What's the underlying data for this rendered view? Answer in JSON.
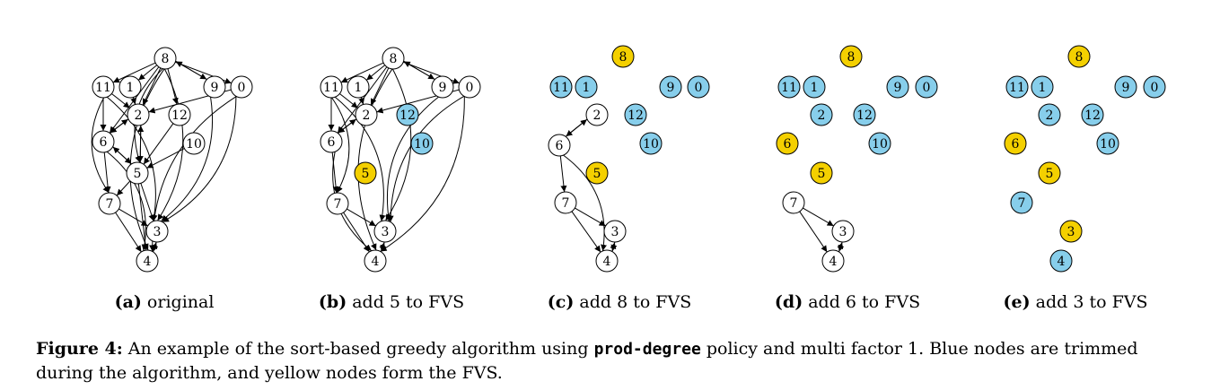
{
  "colors": {
    "trimmed": "#87ceeb",
    "fvs": "#f4d000",
    "default": "#ffffff",
    "stroke": "#000000"
  },
  "panels": [
    {
      "id": "a",
      "tag": "(a)",
      "label": "original",
      "nodes": [
        {
          "id": "8",
          "state": "default"
        },
        {
          "id": "11",
          "state": "default"
        },
        {
          "id": "1",
          "state": "default"
        },
        {
          "id": "9",
          "state": "default"
        },
        {
          "id": "0",
          "state": "default"
        },
        {
          "id": "2",
          "state": "default"
        },
        {
          "id": "12",
          "state": "default"
        },
        {
          "id": "6",
          "state": "default"
        },
        {
          "id": "10",
          "state": "default"
        },
        {
          "id": "5",
          "state": "default"
        },
        {
          "id": "7",
          "state": "default"
        },
        {
          "id": "3",
          "state": "default"
        },
        {
          "id": "4",
          "state": "default"
        }
      ],
      "edges": [
        [
          "8",
          "11"
        ],
        [
          "8",
          "1"
        ],
        [
          "8",
          "9"
        ],
        [
          "8",
          "0"
        ],
        [
          "9",
          "8"
        ],
        [
          "8",
          "2"
        ],
        [
          "8",
          "12"
        ],
        [
          "8",
          "6"
        ],
        [
          "8",
          "5"
        ],
        [
          "8",
          "3"
        ],
        [
          "11",
          "6"
        ],
        [
          "11",
          "2"
        ],
        [
          "11",
          "7"
        ],
        [
          "1",
          "2"
        ],
        [
          "0",
          "2"
        ],
        [
          "0",
          "3"
        ],
        [
          "0",
          "4"
        ],
        [
          "9",
          "3"
        ],
        [
          "12",
          "5"
        ],
        [
          "6",
          "2"
        ],
        [
          "2",
          "6"
        ],
        [
          "2",
          "5"
        ],
        [
          "5",
          "2"
        ],
        [
          "10",
          "5"
        ],
        [
          "6",
          "5"
        ],
        [
          "5",
          "6"
        ],
        [
          "6",
          "7"
        ],
        [
          "6",
          "4"
        ],
        [
          "5",
          "7"
        ],
        [
          "5",
          "3"
        ],
        [
          "5",
          "4"
        ],
        [
          "7",
          "3"
        ],
        [
          "7",
          "4"
        ],
        [
          "3",
          "4"
        ],
        [
          "4",
          "3"
        ],
        [
          "11",
          "3"
        ],
        [
          "8",
          "4"
        ]
      ]
    },
    {
      "id": "b",
      "tag": "(b)",
      "label": "add 5 to FVS",
      "nodes": [
        {
          "id": "8",
          "state": "default"
        },
        {
          "id": "11",
          "state": "default"
        },
        {
          "id": "1",
          "state": "default"
        },
        {
          "id": "9",
          "state": "default"
        },
        {
          "id": "0",
          "state": "default"
        },
        {
          "id": "2",
          "state": "default"
        },
        {
          "id": "12",
          "state": "trimmed"
        },
        {
          "id": "6",
          "state": "default"
        },
        {
          "id": "10",
          "state": "trimmed"
        },
        {
          "id": "5",
          "state": "fvs"
        },
        {
          "id": "7",
          "state": "default"
        },
        {
          "id": "3",
          "state": "default"
        },
        {
          "id": "4",
          "state": "default"
        }
      ],
      "edges": [
        [
          "8",
          "11"
        ],
        [
          "8",
          "1"
        ],
        [
          "8",
          "9"
        ],
        [
          "8",
          "0"
        ],
        [
          "9",
          "8"
        ],
        [
          "8",
          "2"
        ],
        [
          "8",
          "6"
        ],
        [
          "8",
          "3"
        ],
        [
          "8",
          "4"
        ],
        [
          "11",
          "6"
        ],
        [
          "11",
          "2"
        ],
        [
          "11",
          "7"
        ],
        [
          "1",
          "2"
        ],
        [
          "0",
          "2"
        ],
        [
          "0",
          "3"
        ],
        [
          "0",
          "4"
        ],
        [
          "9",
          "3"
        ],
        [
          "6",
          "2"
        ],
        [
          "2",
          "6"
        ],
        [
          "6",
          "7"
        ],
        [
          "6",
          "4"
        ],
        [
          "7",
          "3"
        ],
        [
          "7",
          "4"
        ],
        [
          "3",
          "4"
        ],
        [
          "4",
          "3"
        ],
        [
          "11",
          "3"
        ]
      ]
    },
    {
      "id": "c",
      "tag": "(c)",
      "label": "add 8 to FVS",
      "nodes": [
        {
          "id": "8",
          "state": "fvs"
        },
        {
          "id": "11",
          "state": "trimmed"
        },
        {
          "id": "1",
          "state": "trimmed"
        },
        {
          "id": "9",
          "state": "trimmed"
        },
        {
          "id": "0",
          "state": "trimmed"
        },
        {
          "id": "2",
          "state": "default"
        },
        {
          "id": "12",
          "state": "trimmed"
        },
        {
          "id": "6",
          "state": "default"
        },
        {
          "id": "10",
          "state": "trimmed"
        },
        {
          "id": "5",
          "state": "fvs"
        },
        {
          "id": "7",
          "state": "default"
        },
        {
          "id": "3",
          "state": "default"
        },
        {
          "id": "4",
          "state": "default"
        }
      ],
      "edges": [
        [
          "6",
          "2"
        ],
        [
          "2",
          "6"
        ],
        [
          "6",
          "7"
        ],
        [
          "6",
          "4"
        ],
        [
          "7",
          "3"
        ],
        [
          "7",
          "4"
        ],
        [
          "3",
          "4"
        ],
        [
          "4",
          "3"
        ]
      ]
    },
    {
      "id": "d",
      "tag": "(d)",
      "label": "add 6 to FVS",
      "nodes": [
        {
          "id": "8",
          "state": "fvs"
        },
        {
          "id": "11",
          "state": "trimmed"
        },
        {
          "id": "1",
          "state": "trimmed"
        },
        {
          "id": "9",
          "state": "trimmed"
        },
        {
          "id": "0",
          "state": "trimmed"
        },
        {
          "id": "2",
          "state": "trimmed"
        },
        {
          "id": "12",
          "state": "trimmed"
        },
        {
          "id": "6",
          "state": "fvs"
        },
        {
          "id": "10",
          "state": "trimmed"
        },
        {
          "id": "5",
          "state": "fvs"
        },
        {
          "id": "7",
          "state": "default"
        },
        {
          "id": "3",
          "state": "default"
        },
        {
          "id": "4",
          "state": "default"
        }
      ],
      "edges": [
        [
          "7",
          "3"
        ],
        [
          "7",
          "4"
        ],
        [
          "3",
          "4"
        ],
        [
          "4",
          "3"
        ]
      ]
    },
    {
      "id": "e",
      "tag": "(e)",
      "label": "add 3 to FVS",
      "nodes": [
        {
          "id": "8",
          "state": "fvs"
        },
        {
          "id": "11",
          "state": "trimmed"
        },
        {
          "id": "1",
          "state": "trimmed"
        },
        {
          "id": "9",
          "state": "trimmed"
        },
        {
          "id": "0",
          "state": "trimmed"
        },
        {
          "id": "2",
          "state": "trimmed"
        },
        {
          "id": "12",
          "state": "trimmed"
        },
        {
          "id": "6",
          "state": "fvs"
        },
        {
          "id": "10",
          "state": "trimmed"
        },
        {
          "id": "5",
          "state": "fvs"
        },
        {
          "id": "7",
          "state": "trimmed"
        },
        {
          "id": "3",
          "state": "fvs"
        },
        {
          "id": "4",
          "state": "trimmed"
        }
      ],
      "edges": []
    }
  ],
  "caption": {
    "label": "Figure 4:",
    "text_before": " An example of the sort-based greedy algorithm using ",
    "code": "prod-degree",
    "text_after": " policy and multi factor 1. Blue nodes are trimmed during the algorithm, and yellow nodes form the FVS."
  }
}
